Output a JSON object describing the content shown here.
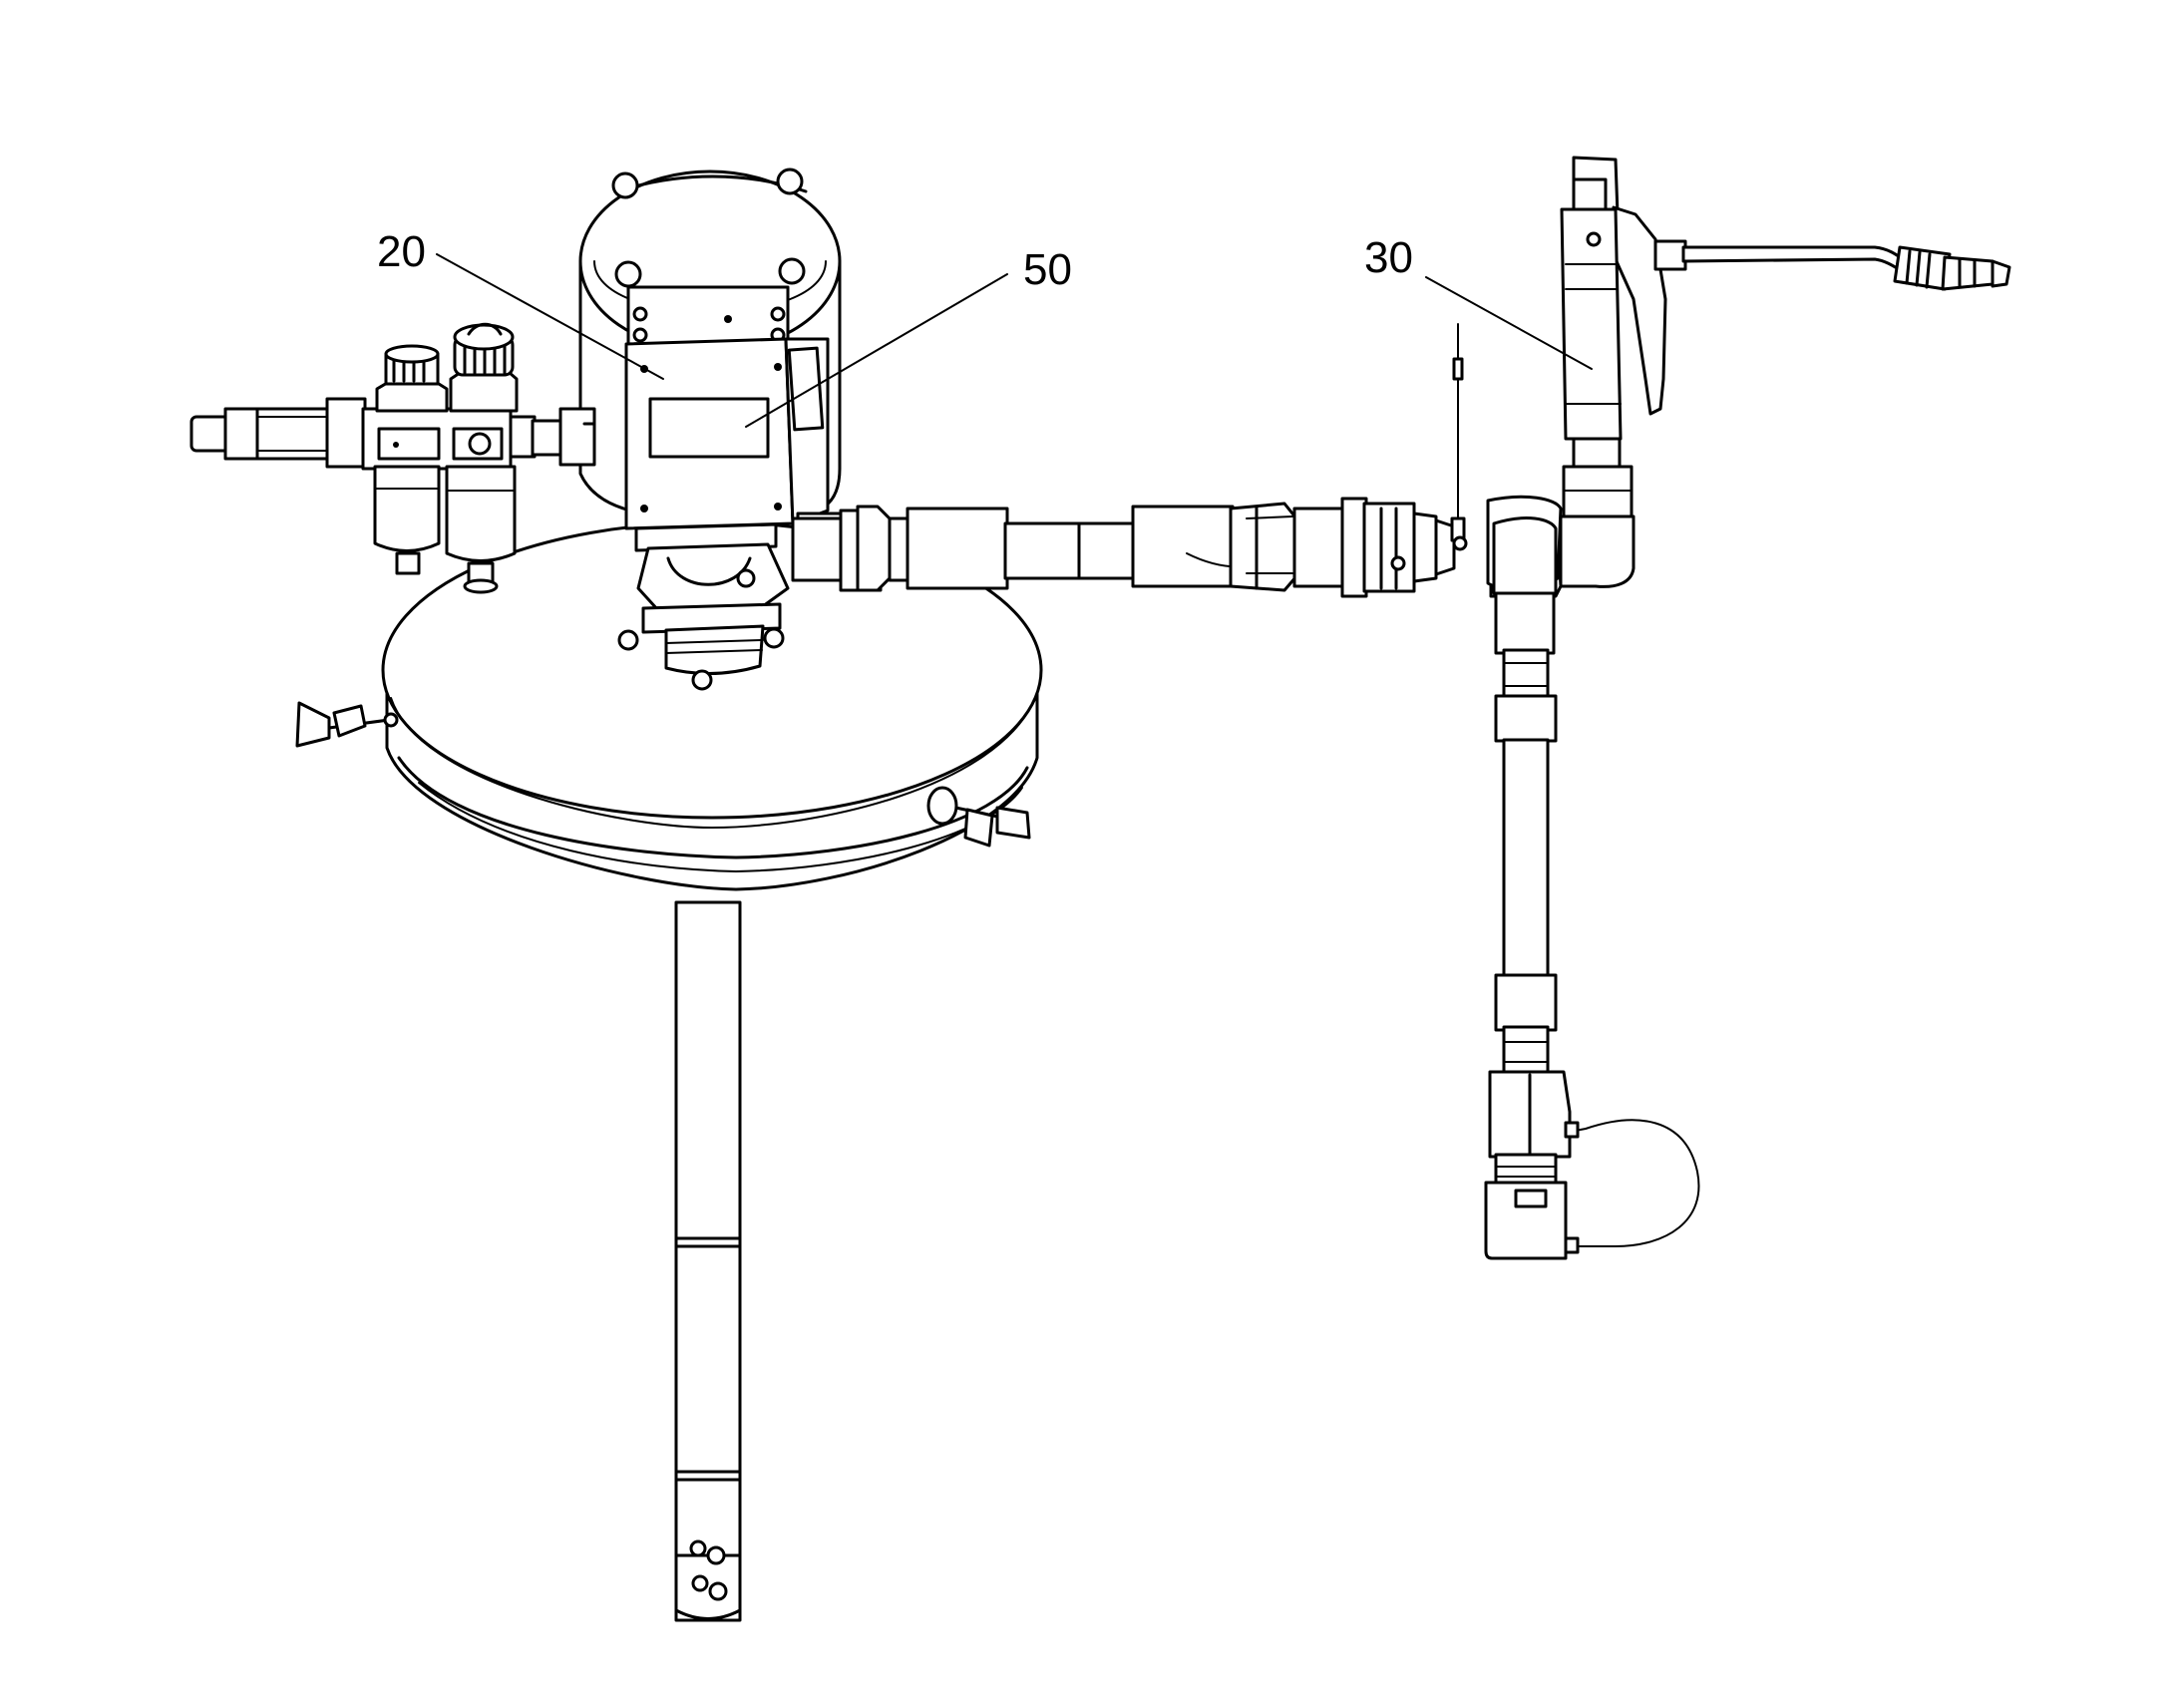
{
  "diagram": {
    "labels": [
      {
        "id": "20",
        "text": "20"
      },
      {
        "id": "50",
        "text": "50"
      },
      {
        "id": "30",
        "text": "30"
      }
    ],
    "colors": {
      "line": "#000000",
      "background": "#ffffff"
    }
  }
}
